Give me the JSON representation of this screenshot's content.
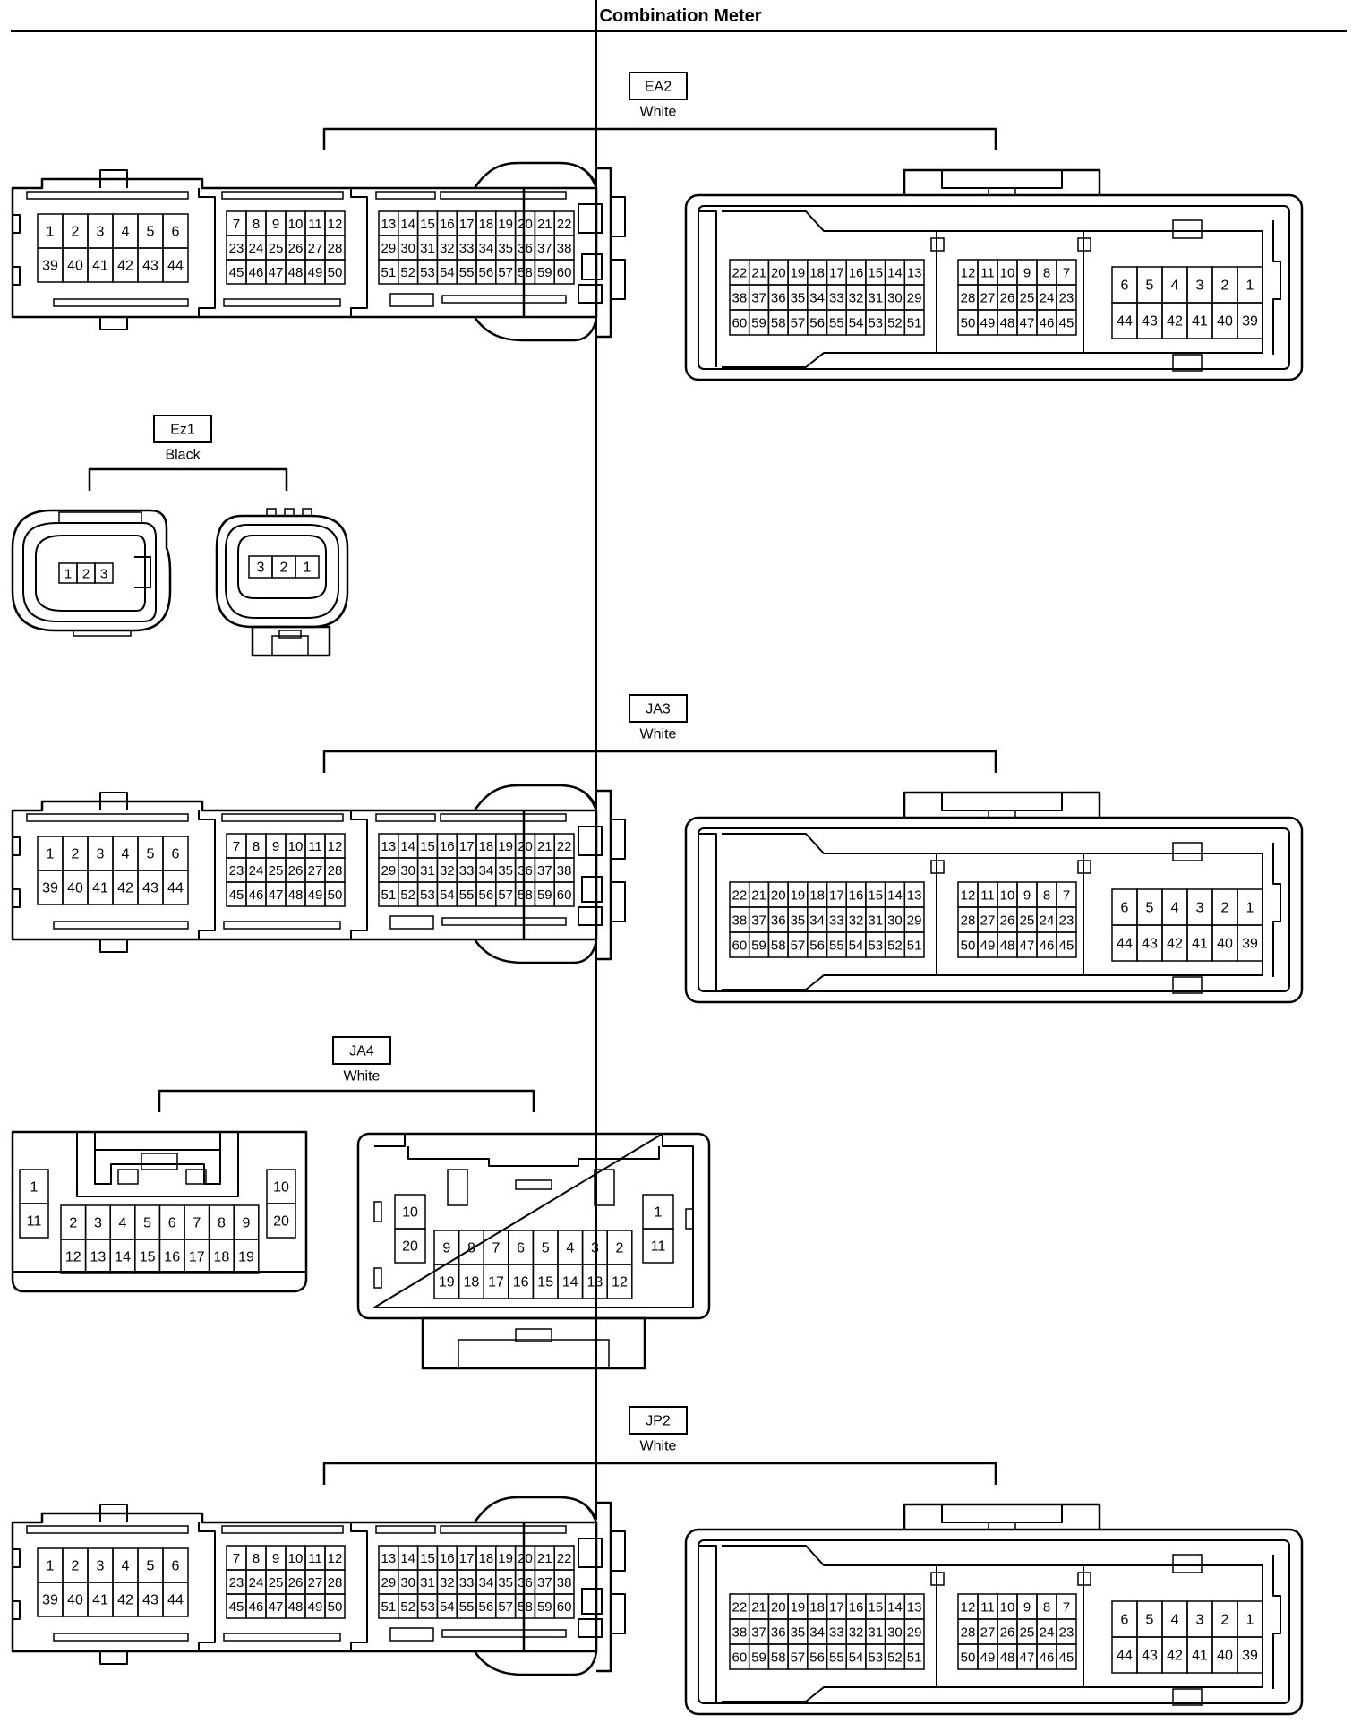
{
  "title": "Combination Meter",
  "sections": [
    {
      "type": "big",
      "code": "EA2",
      "color": "White",
      "female": {
        "left": [
          [
            "1",
            "2",
            "3",
            "4",
            "5",
            "6"
          ],
          [
            "39",
            "40",
            "41",
            "42",
            "43",
            "44"
          ]
        ],
        "mid": [
          [
            "7",
            "8",
            "9",
            "10",
            "11",
            "12"
          ],
          [
            "23",
            "24",
            "25",
            "26",
            "27",
            "28"
          ],
          [
            "45",
            "46",
            "47",
            "48",
            "49",
            "50"
          ]
        ],
        "right": [
          [
            "13",
            "14",
            "15",
            "16",
            "17",
            "18",
            "19",
            "20",
            "21",
            "22"
          ],
          [
            "29",
            "30",
            "31",
            "32",
            "33",
            "34",
            "35",
            "36",
            "37",
            "38"
          ],
          [
            "51",
            "52",
            "53",
            "54",
            "55",
            "56",
            "57",
            "58",
            "59",
            "60"
          ]
        ]
      },
      "male": {
        "left": [
          [
            "22",
            "21",
            "20",
            "19",
            "18",
            "17",
            "16",
            "15",
            "14",
            "13"
          ],
          [
            "38",
            "37",
            "36",
            "35",
            "34",
            "33",
            "32",
            "31",
            "30",
            "29"
          ],
          [
            "60",
            "59",
            "58",
            "57",
            "56",
            "55",
            "54",
            "53",
            "52",
            "51"
          ]
        ],
        "mid": [
          [
            "12",
            "11",
            "10",
            "9",
            "8",
            "7"
          ],
          [
            "28",
            "27",
            "26",
            "25",
            "24",
            "23"
          ],
          [
            "50",
            "49",
            "48",
            "47",
            "46",
            "45"
          ]
        ],
        "right": [
          [
            "6",
            "5",
            "4",
            "3",
            "2",
            "1"
          ],
          [
            "44",
            "43",
            "42",
            "41",
            "40",
            "39"
          ]
        ]
      }
    },
    {
      "type": "small",
      "code": "Ez1",
      "color": "Black",
      "left_pins": [
        "1",
        "2",
        "3"
      ],
      "right_pins": [
        "3",
        "2",
        "1"
      ]
    },
    {
      "type": "big",
      "code": "JA3",
      "color": "White",
      "female": {
        "left": [
          [
            "1",
            "2",
            "3",
            "4",
            "5",
            "6"
          ],
          [
            "39",
            "40",
            "41",
            "42",
            "43",
            "44"
          ]
        ],
        "mid": [
          [
            "7",
            "8",
            "9",
            "10",
            "11",
            "12"
          ],
          [
            "23",
            "24",
            "25",
            "26",
            "27",
            "28"
          ],
          [
            "45",
            "46",
            "47",
            "48",
            "49",
            "50"
          ]
        ],
        "right": [
          [
            "13",
            "14",
            "15",
            "16",
            "17",
            "18",
            "19",
            "20",
            "21",
            "22"
          ],
          [
            "29",
            "30",
            "31",
            "32",
            "33",
            "34",
            "35",
            "36",
            "37",
            "38"
          ],
          [
            "51",
            "52",
            "53",
            "54",
            "55",
            "56",
            "57",
            "58",
            "59",
            "60"
          ]
        ]
      },
      "male": {
        "left": [
          [
            "22",
            "21",
            "20",
            "19",
            "18",
            "17",
            "16",
            "15",
            "14",
            "13"
          ],
          [
            "38",
            "37",
            "36",
            "35",
            "34",
            "33",
            "32",
            "31",
            "30",
            "29"
          ],
          [
            "60",
            "59",
            "58",
            "57",
            "56",
            "55",
            "54",
            "53",
            "52",
            "51"
          ]
        ],
        "mid": [
          [
            "12",
            "11",
            "10",
            "9",
            "8",
            "7"
          ],
          [
            "28",
            "27",
            "26",
            "25",
            "24",
            "23"
          ],
          [
            "50",
            "49",
            "48",
            "47",
            "46",
            "45"
          ]
        ],
        "right": [
          [
            "6",
            "5",
            "4",
            "3",
            "2",
            "1"
          ],
          [
            "44",
            "43",
            "42",
            "41",
            "40",
            "39"
          ]
        ]
      }
    },
    {
      "type": "twenty",
      "code": "JA4",
      "color": "White",
      "female": {
        "side_left": [
          "1",
          "11"
        ],
        "row1": [
          "2",
          "3",
          "4",
          "5",
          "6",
          "7",
          "8",
          "9"
        ],
        "row2": [
          "12",
          "13",
          "14",
          "15",
          "16",
          "17",
          "18",
          "19"
        ],
        "side_right": [
          "10",
          "20"
        ]
      },
      "male": {
        "side_left": [
          "10",
          "20"
        ],
        "row1": [
          "9",
          "8",
          "7",
          "6",
          "5",
          "4",
          "3",
          "2"
        ],
        "row2": [
          "19",
          "18",
          "17",
          "16",
          "15",
          "14",
          "13",
          "12"
        ],
        "side_right": [
          "1",
          "11"
        ]
      }
    },
    {
      "type": "big",
      "code": "JP2",
      "color": "White",
      "female": {
        "left": [
          [
            "1",
            "2",
            "3",
            "4",
            "5",
            "6"
          ],
          [
            "39",
            "40",
            "41",
            "42",
            "43",
            "44"
          ]
        ],
        "mid": [
          [
            "7",
            "8",
            "9",
            "10",
            "11",
            "12"
          ],
          [
            "23",
            "24",
            "25",
            "26",
            "27",
            "28"
          ],
          [
            "45",
            "46",
            "47",
            "48",
            "49",
            "50"
          ]
        ],
        "right": [
          [
            "13",
            "14",
            "15",
            "16",
            "17",
            "18",
            "19",
            "20",
            "21",
            "22"
          ],
          [
            "29",
            "30",
            "31",
            "32",
            "33",
            "34",
            "35",
            "36",
            "37",
            "38"
          ],
          [
            "51",
            "52",
            "53",
            "54",
            "55",
            "56",
            "57",
            "58",
            "59",
            "60"
          ]
        ]
      },
      "male": {
        "left": [
          [
            "22",
            "21",
            "20",
            "19",
            "18",
            "17",
            "16",
            "15",
            "14",
            "13"
          ],
          [
            "38",
            "37",
            "36",
            "35",
            "34",
            "33",
            "32",
            "31",
            "30",
            "29"
          ],
          [
            "60",
            "59",
            "58",
            "57",
            "56",
            "55",
            "54",
            "53",
            "52",
            "51"
          ]
        ],
        "mid": [
          [
            "12",
            "11",
            "10",
            "9",
            "8",
            "7"
          ],
          [
            "28",
            "27",
            "26",
            "25",
            "24",
            "23"
          ],
          [
            "50",
            "49",
            "48",
            "47",
            "46",
            "45"
          ]
        ],
        "right": [
          [
            "6",
            "5",
            "4",
            "3",
            "2",
            "1"
          ],
          [
            "44",
            "43",
            "42",
            "41",
            "40",
            "39"
          ]
        ]
      }
    }
  ]
}
